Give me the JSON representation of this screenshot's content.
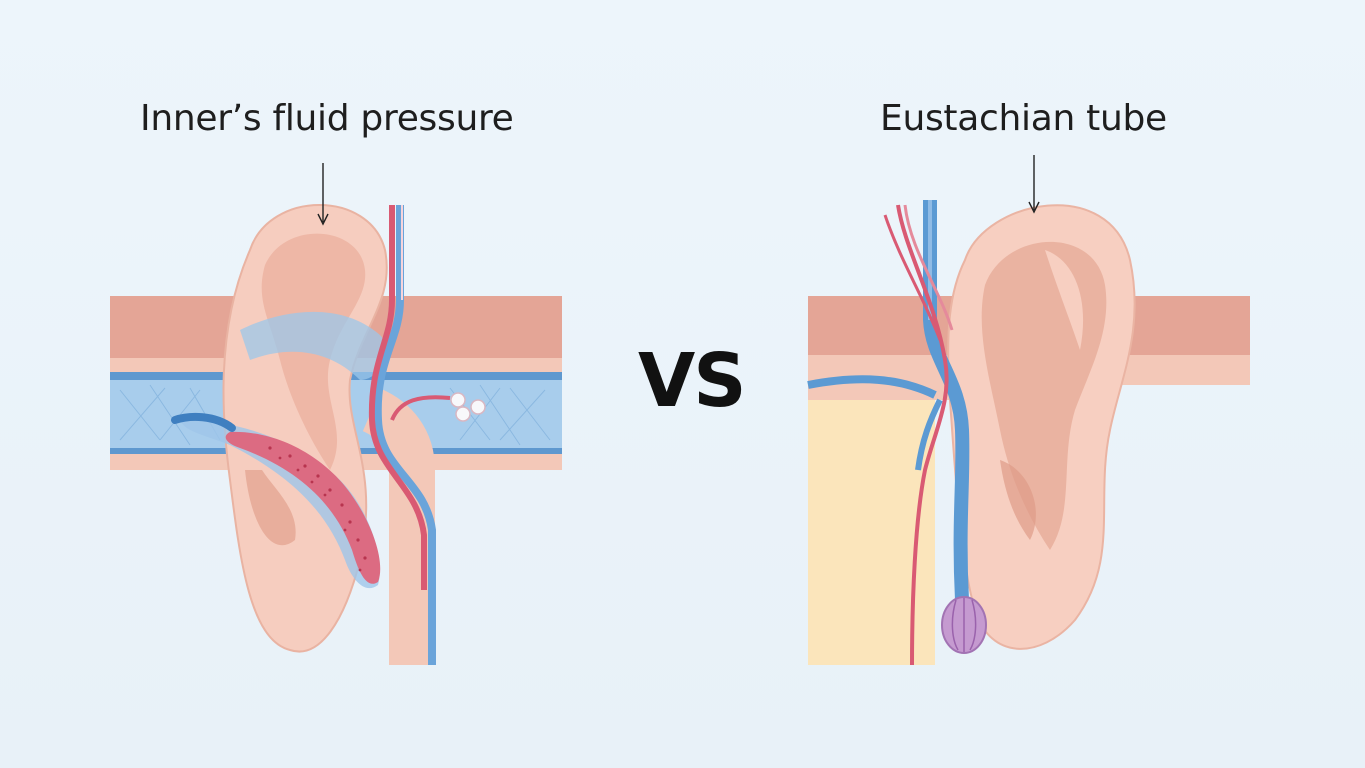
{
  "labels": {
    "left": "Inner’s fluid pressure",
    "right": "Eustachian tube",
    "center": "VS"
  },
  "colors": {
    "background": "#eaf3fa",
    "skin": "#f4c5b4",
    "muscle": "#e3a293",
    "vein_blue": "#5b9ad3",
    "artery_red": "#d96277",
    "bone_yellow": "#fbe7bd",
    "valve_purple": "#b98bc4"
  }
}
